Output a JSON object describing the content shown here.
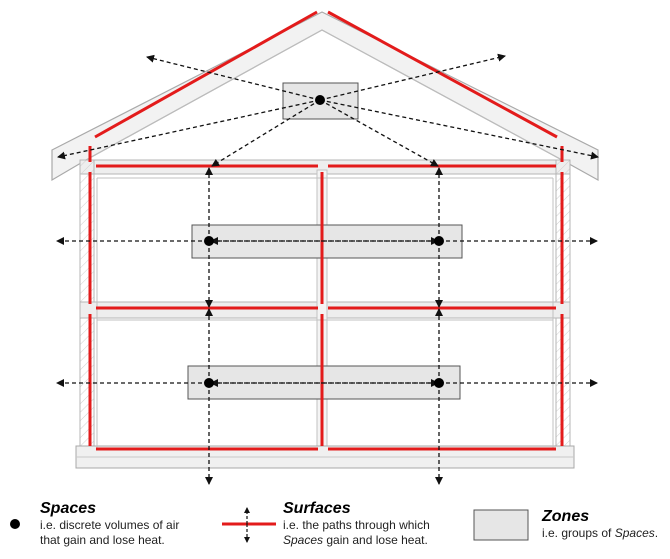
{
  "legend": {
    "spaces": {
      "title": "Spaces",
      "desc_line1": "i.e. discrete volumes of air",
      "desc_line2": "that gain and lose heat."
    },
    "surfaces": {
      "title": "Surfaces",
      "desc_line1": "i.e. the paths through which",
      "desc_line2_em": "Spaces",
      "desc_line2_rest": " gain and lose heat."
    },
    "zones": {
      "title": "Zones",
      "desc_prefix": "i.e. groups of ",
      "desc_em": "Spaces",
      "desc_suffix": "."
    }
  },
  "colors": {
    "surface_red": "#e31b1b",
    "wall_fill": "#e8e8e8",
    "zone_fill": "#e6e6e6",
    "arrow": "#111111"
  }
}
